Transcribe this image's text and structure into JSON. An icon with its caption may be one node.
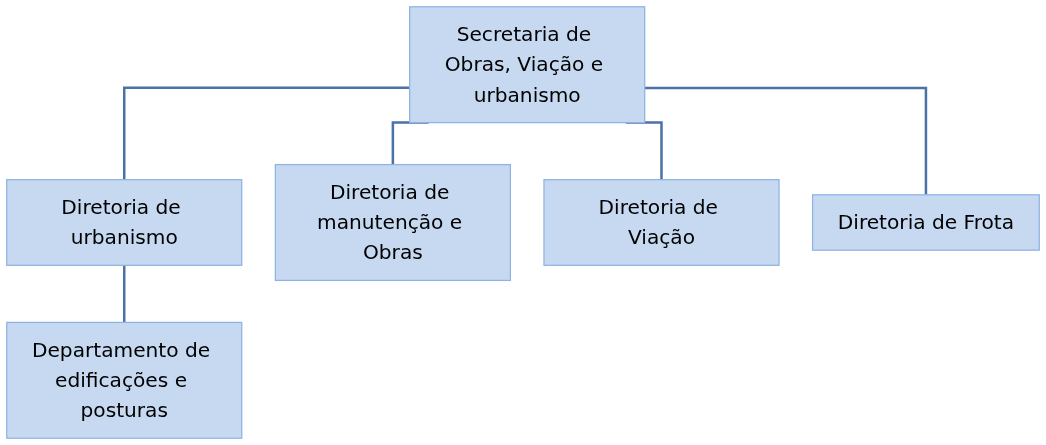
{
  "diagram": {
    "nodes": [
      {
        "text": [
          "Secretaria de Obras, Viação e urbanismo"
        ]
      },
      {
        "text": [
          "Diretoria de urbanismo"
        ]
      },
      {
        "text": [
          "Diretoria de manutenção e Obras"
        ]
      },
      {
        "text": [
          "Diretoria de Viação"
        ]
      },
      {
        "text": [
          "Diretoria de Frota"
        ]
      },
      {
        "text": [
          "Departamento de edificações e posturas"
        ]
      }
    ],
    "edges": [
      {
        "from": 0,
        "to": 1,
        "arrow": "none"
      },
      {
        "from": 0,
        "to": 2,
        "arrow": "none"
      },
      {
        "from": 0,
        "to": 3,
        "arrow": "none"
      },
      {
        "from": 0,
        "to": 4,
        "arrow": "none"
      },
      {
        "from": 1,
        "to": 5,
        "arrow": "none"
      }
    ]
  }
}
